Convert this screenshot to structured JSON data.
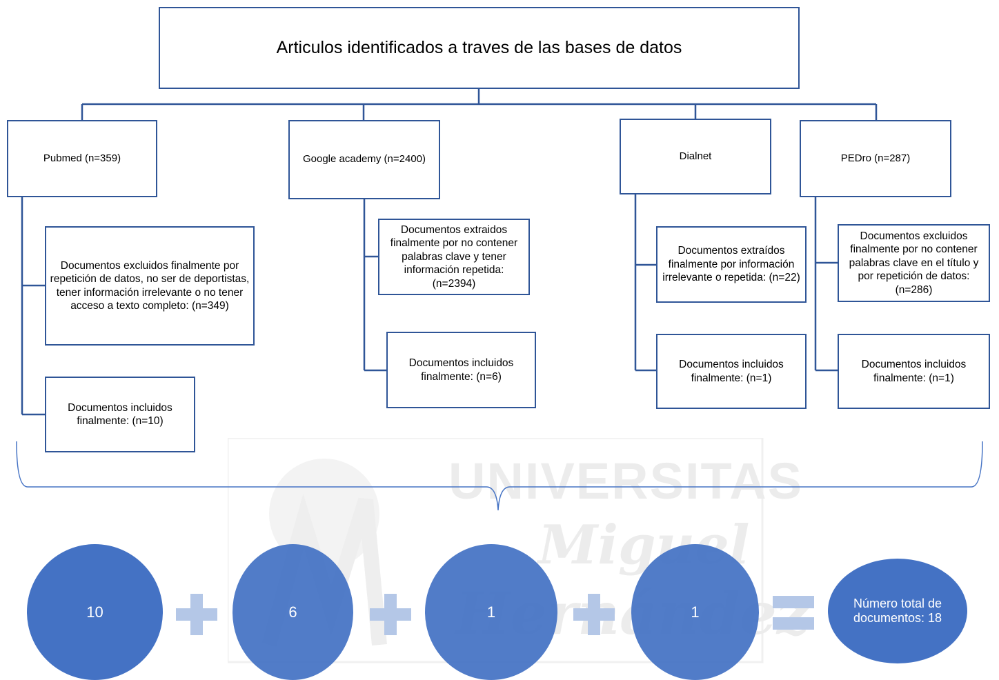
{
  "title": "Articulos identificados a traves de las bases de datos",
  "databases": [
    {
      "label": "Pubmed (n=359)",
      "excluded": "Documentos excluidos finalmente por repetición de datos, no ser de deportistas, tener información irrelevante o no tener acceso a texto completo: (n=349)",
      "included": "Documentos incluidos finalmente: (n=10)"
    },
    {
      "label": "Google academy (n=2400)",
      "excluded": "Documentos extraidos finalmente por no contener palabras clave y tener información repetida: (n=2394)",
      "included": "Documentos incluidos finalmente: (n=6)"
    },
    {
      "label": "Dialnet",
      "excluded": "Documentos extraídos finalmente por información irrelevante o repetida: (n=22)",
      "included": "Documentos incluidos finalmente: (n=1)"
    },
    {
      "label": "PEDro (n=287)",
      "excluded": "Documentos excluidos finalmente por no contener palabras clave en el título y por repetición de datos: (n=286)",
      "included": "Documentos incluidos finalmente: (n=1)"
    }
  ],
  "sum": {
    "terms": [
      "10",
      "6",
      "1",
      "1"
    ],
    "total": "Número total de documentos: 18"
  },
  "watermark": {
    "line1": "UNIVERSITAS",
    "line2": "Miguel",
    "line3": "Hernández"
  },
  "colors": {
    "border": "#2f5597",
    "circle": "#4472c4",
    "operator": "#b4c7e7",
    "line": "#2f5597"
  }
}
